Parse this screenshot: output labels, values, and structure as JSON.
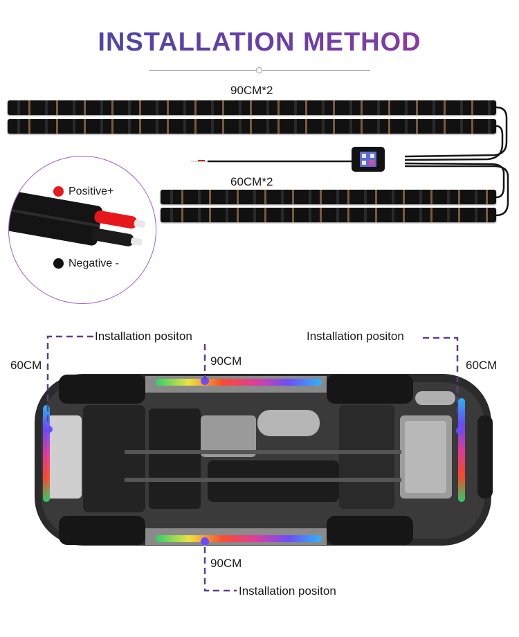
{
  "header": {
    "title": "INSTALLATION METHOD"
  },
  "strips": {
    "long_label": "90CM*2",
    "short_label": "60CM*2"
  },
  "wire_legend": {
    "positive": "Positive+",
    "negative": "Negative -",
    "positive_color": "#e8171b",
    "negative_color": "#111111"
  },
  "car_diagram": {
    "install_label_left": "Installation positon",
    "install_label_right": "Installation positon",
    "install_label_bottom": "Installation positon",
    "front_length": "60CM",
    "rear_length": "60CM",
    "side_top_length": "90CM",
    "side_bottom_length": "90CM",
    "guide_color": "#5b3f8c"
  }
}
